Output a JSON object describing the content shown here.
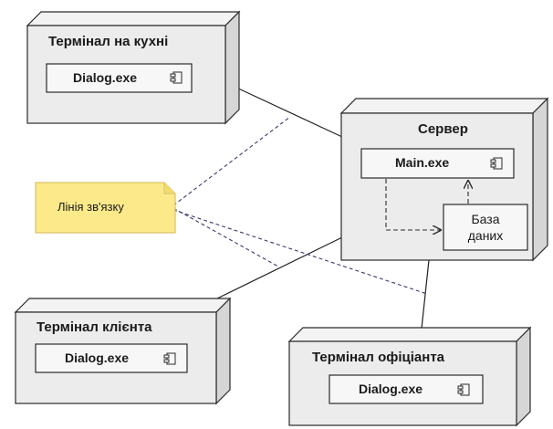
{
  "nodes": {
    "kitchen": {
      "title": "Термінал на кухні",
      "component": "Dialog.exe"
    },
    "server": {
      "title": "Сервер",
      "component": "Main.exe",
      "database": [
        "База",
        "даних"
      ]
    },
    "client": {
      "title": "Термінал клієнта",
      "component": "Dialog.exe"
    },
    "waiter": {
      "title": "Термінал офіціанта",
      "component": "Dialog.exe"
    }
  },
  "note": {
    "text": "Лінія зв'язку"
  },
  "colors": {
    "node_fill": "#ececec",
    "node_side": "#d6d6d6",
    "node_stroke": "#2b2b2b",
    "note_fill": "#fbe98a",
    "note_stroke": "#d9c46a",
    "component_fill": "#f7f7f7"
  }
}
